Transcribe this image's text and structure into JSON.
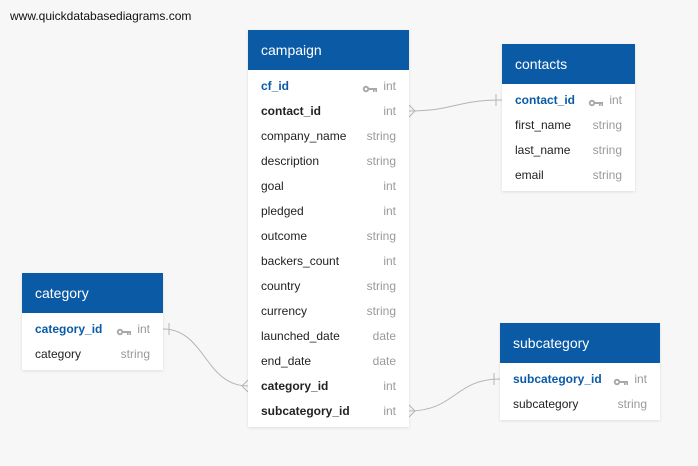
{
  "watermark": "www.quickdatabasediagrams.com",
  "tables": {
    "campaign": {
      "title": "campaign",
      "columns": [
        {
          "name": "cf_id",
          "type": "int",
          "key": "pk"
        },
        {
          "name": "contact_id",
          "type": "int",
          "key": "fk"
        },
        {
          "name": "company_name",
          "type": "string",
          "key": ""
        },
        {
          "name": "description",
          "type": "string",
          "key": ""
        },
        {
          "name": "goal",
          "type": "int",
          "key": ""
        },
        {
          "name": "pledged",
          "type": "int",
          "key": ""
        },
        {
          "name": "outcome",
          "type": "string",
          "key": ""
        },
        {
          "name": "backers_count",
          "type": "int",
          "key": ""
        },
        {
          "name": "country",
          "type": "string",
          "key": ""
        },
        {
          "name": "currency",
          "type": "string",
          "key": ""
        },
        {
          "name": "launched_date",
          "type": "date",
          "key": ""
        },
        {
          "name": "end_date",
          "type": "date",
          "key": ""
        },
        {
          "name": "category_id",
          "type": "int",
          "key": "fk"
        },
        {
          "name": "subcategory_id",
          "type": "int",
          "key": "fk"
        }
      ]
    },
    "contacts": {
      "title": "contacts",
      "columns": [
        {
          "name": "contact_id",
          "type": "int",
          "key": "pk"
        },
        {
          "name": "first_name",
          "type": "string",
          "key": ""
        },
        {
          "name": "last_name",
          "type": "string",
          "key": ""
        },
        {
          "name": "email",
          "type": "string",
          "key": ""
        }
      ]
    },
    "category": {
      "title": "category",
      "columns": [
        {
          "name": "category_id",
          "type": "int",
          "key": "pk"
        },
        {
          "name": "category",
          "type": "string",
          "key": ""
        }
      ]
    },
    "subcategory": {
      "title": "subcategory",
      "columns": [
        {
          "name": "subcategory_id",
          "type": "int",
          "key": "pk"
        },
        {
          "name": "subcategory",
          "type": "string",
          "key": ""
        }
      ]
    }
  },
  "colors": {
    "header": "#0a5aa6",
    "primary_key": "#0a5aa6",
    "type_text": "#9a9a9a",
    "connector": "#b5b5b5",
    "background": "#f6f7f6"
  }
}
